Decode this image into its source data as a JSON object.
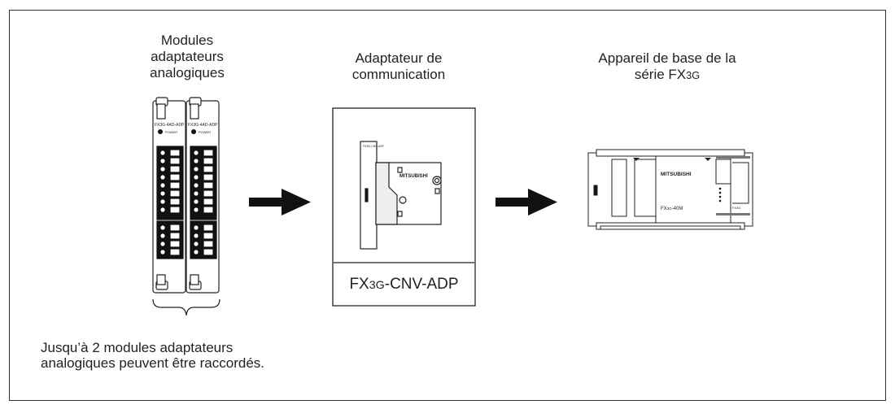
{
  "group1": {
    "title_lines": [
      "Modules",
      "adaptateurs",
      "analogiques"
    ],
    "module_label": "FX3G-4AD-ADP",
    "power_label": "POWER"
  },
  "group2": {
    "title_lines": [
      "Adaptateur de",
      "communication"
    ],
    "caption_prefix": "FX",
    "caption_sub": "3G",
    "caption_suffix": "-CNV-ADP",
    "side_label": "FX3G-CNV-ADP",
    "brand": "MITSUBISHI"
  },
  "group3": {
    "title_line1": "Appareil de base de la",
    "title_line2_prefix": "série FX",
    "title_line2_sub": "3G",
    "brand": "MITSUBISHI",
    "model_prefix": "FX",
    "model_sub": "3G",
    "model_suffix": "-40M",
    "side_text": "FX3G"
  },
  "note_lines": [
    "Jusqu’à 2 modules adaptateurs",
    "analogiques peuvent être raccordés."
  ]
}
